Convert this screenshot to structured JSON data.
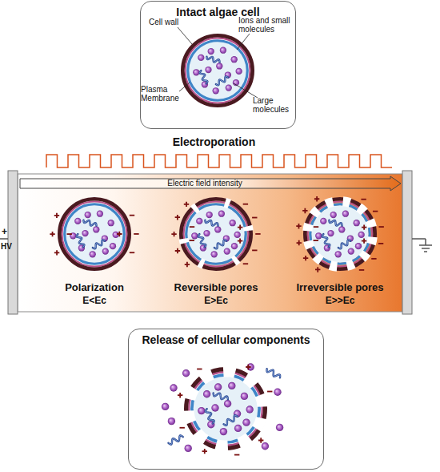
{
  "diagram": {
    "nodes": [
      {
        "text": [
          "Intact algae cell"
        ]
      },
      {
        "text": [
          "Electroporation"
        ]
      },
      {
        "text": [
          "Electric field intensity"
        ],
        "in": 1
      },
      {
        "text": [
          "Polarization",
          "E<Ec"
        ],
        "in": 1
      },
      {
        "text": [
          "Reversible pores",
          "E>Ec"
        ],
        "in": 1
      },
      {
        "text": [
          "Irreversible pores",
          "E>>Ec"
        ],
        "in": 1
      },
      {
        "text": [
          "Release of cellular components"
        ]
      }
    ],
    "labels": [
      "Cell wall",
      "Ions and small molecules",
      "Plasma Membrane",
      "Large molecules",
      "+",
      "HV"
    ]
  }
}
